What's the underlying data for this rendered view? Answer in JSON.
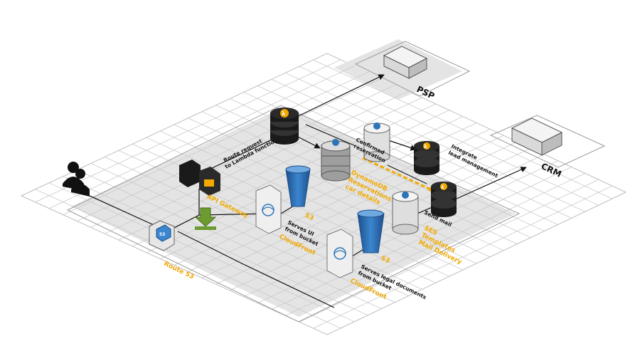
{
  "colors": {
    "orange": "#f2a900",
    "grid": "#c8c8c8",
    "shade": "#e2e2e2",
    "dark": "#1a1a1a",
    "blue": "#2b74b8",
    "green": "#6c9b2f"
  },
  "external": {
    "psp": "PSP",
    "crm": "CRM"
  },
  "services": {
    "route53": "Route 53",
    "api_gateway": "API Gateway",
    "s3_ui": "S3",
    "cloudfront_ui": "CloudFront",
    "s3_legal": "S3",
    "cloudfront_legal": "CloudFront",
    "dynamodb_line1": "DynamoDB",
    "dynamodb_line2": "Reservations",
    "dynamodb_line3": "car details",
    "ses_line1": "SES",
    "ses_line2": "Templates",
    "ses_line3": "Mail Delivery"
  },
  "annotations": {
    "route_request_line1": "Route request",
    "route_request_line2": "to Lambda function",
    "confirmed_line1": "Confirmed",
    "confirmed_line2": "reservation",
    "integrate_line1": "Integrate",
    "integrate_line2": "lead management",
    "send_mail": "Send mail",
    "serves_ui_line1": "Serves UI",
    "serves_ui_line2": "from bucket",
    "serves_legal_line1": "Serves legal documents",
    "serves_legal_line2": "from bucket"
  },
  "icons": [
    "user-icon",
    "route53-icon",
    "api-gateway-icon",
    "lambda-icon",
    "dynamodb-icon",
    "s3-bucket-icon",
    "cloudfront-icon",
    "ses-icon",
    "download-arrow-icon",
    "external-system-box-icon"
  ]
}
